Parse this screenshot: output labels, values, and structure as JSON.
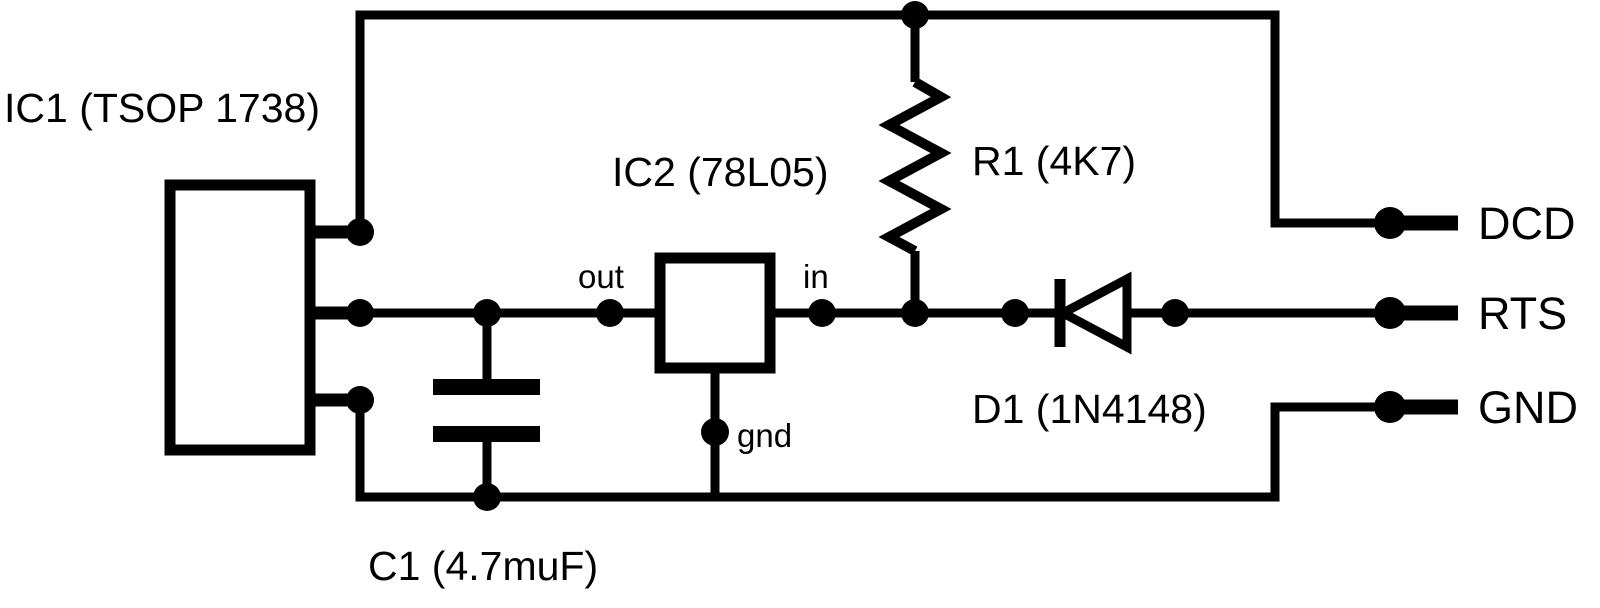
{
  "schematic": {
    "components": {
      "ic1": {
        "label": "IC1 (TSOP 1738)"
      },
      "ic2": {
        "label": "IC2 (78L05)",
        "pin_out": "out",
        "pin_in": "in",
        "pin_gnd": "gnd"
      },
      "r1": {
        "label": "R1 (4K7)"
      },
      "d1": {
        "label": "D1 (1N4148)"
      },
      "c1": {
        "label": "C1 (4.7muF)"
      }
    },
    "terminals": {
      "dcd": {
        "label": "DCD"
      },
      "rts": {
        "label": "RTS"
      },
      "gnd": {
        "label": "GND"
      }
    },
    "colors": {
      "line": "#000000",
      "background": "#ffffff"
    }
  }
}
